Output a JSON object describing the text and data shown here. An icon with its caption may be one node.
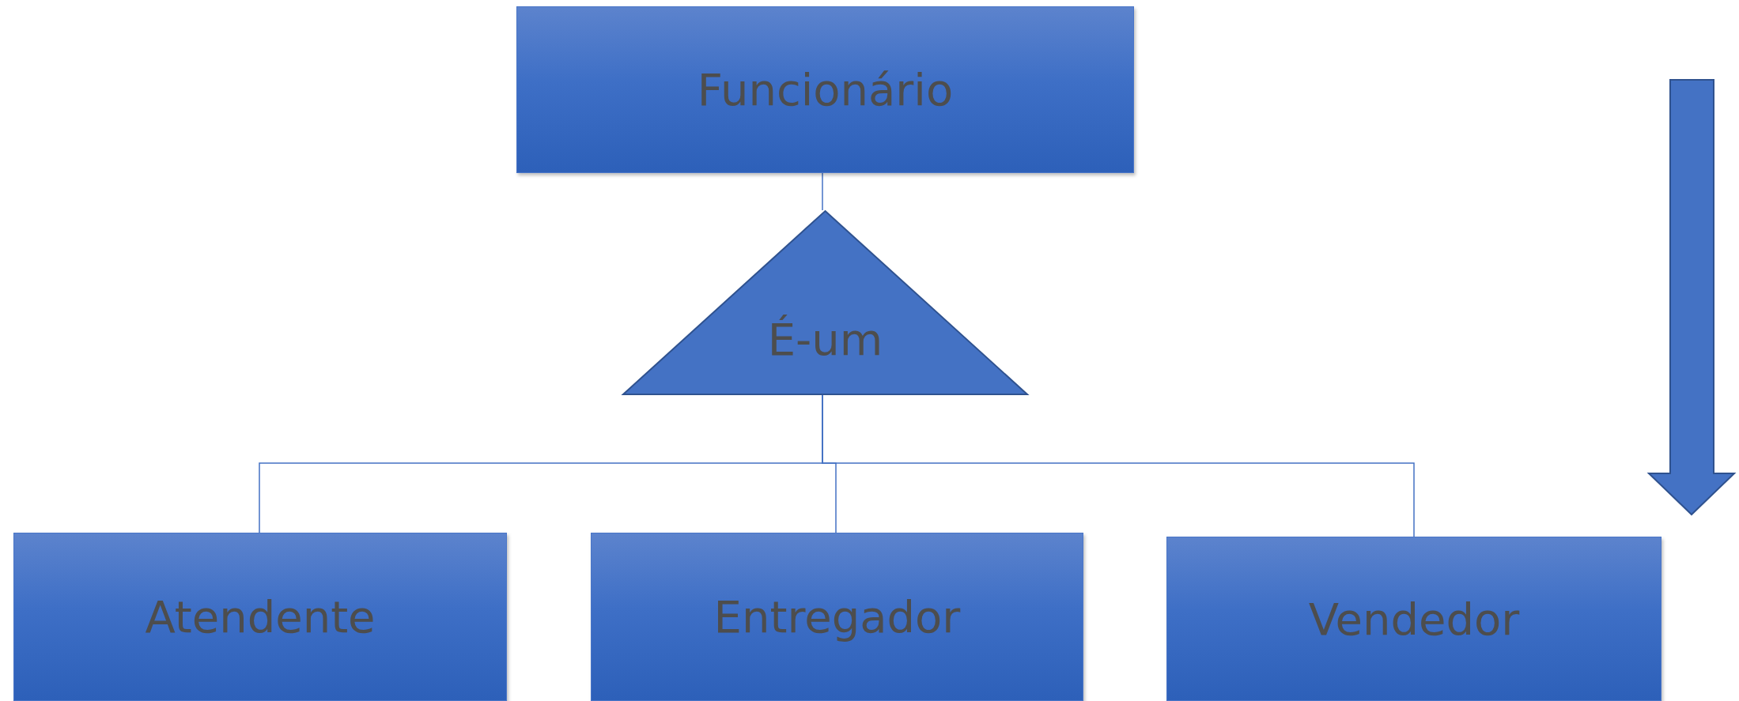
{
  "diagram": {
    "nodes": [
      {
        "text": [
          "Funcionário"
        ]
      },
      {
        "text": [
          "É-um"
        ]
      },
      {
        "text": [
          "Atendente"
        ]
      },
      {
        "text": [
          "Entregador"
        ]
      },
      {
        "text": [
          "Vendedor"
        ]
      }
    ],
    "edges": [
      {
        "from": 0,
        "to": 1,
        "arrow": "none"
      },
      {
        "from": 1,
        "to": 2,
        "arrow": "none"
      },
      {
        "from": 1,
        "to": 3,
        "arrow": "none"
      },
      {
        "from": 1,
        "to": 4,
        "arrow": "none"
      }
    ]
  }
}
